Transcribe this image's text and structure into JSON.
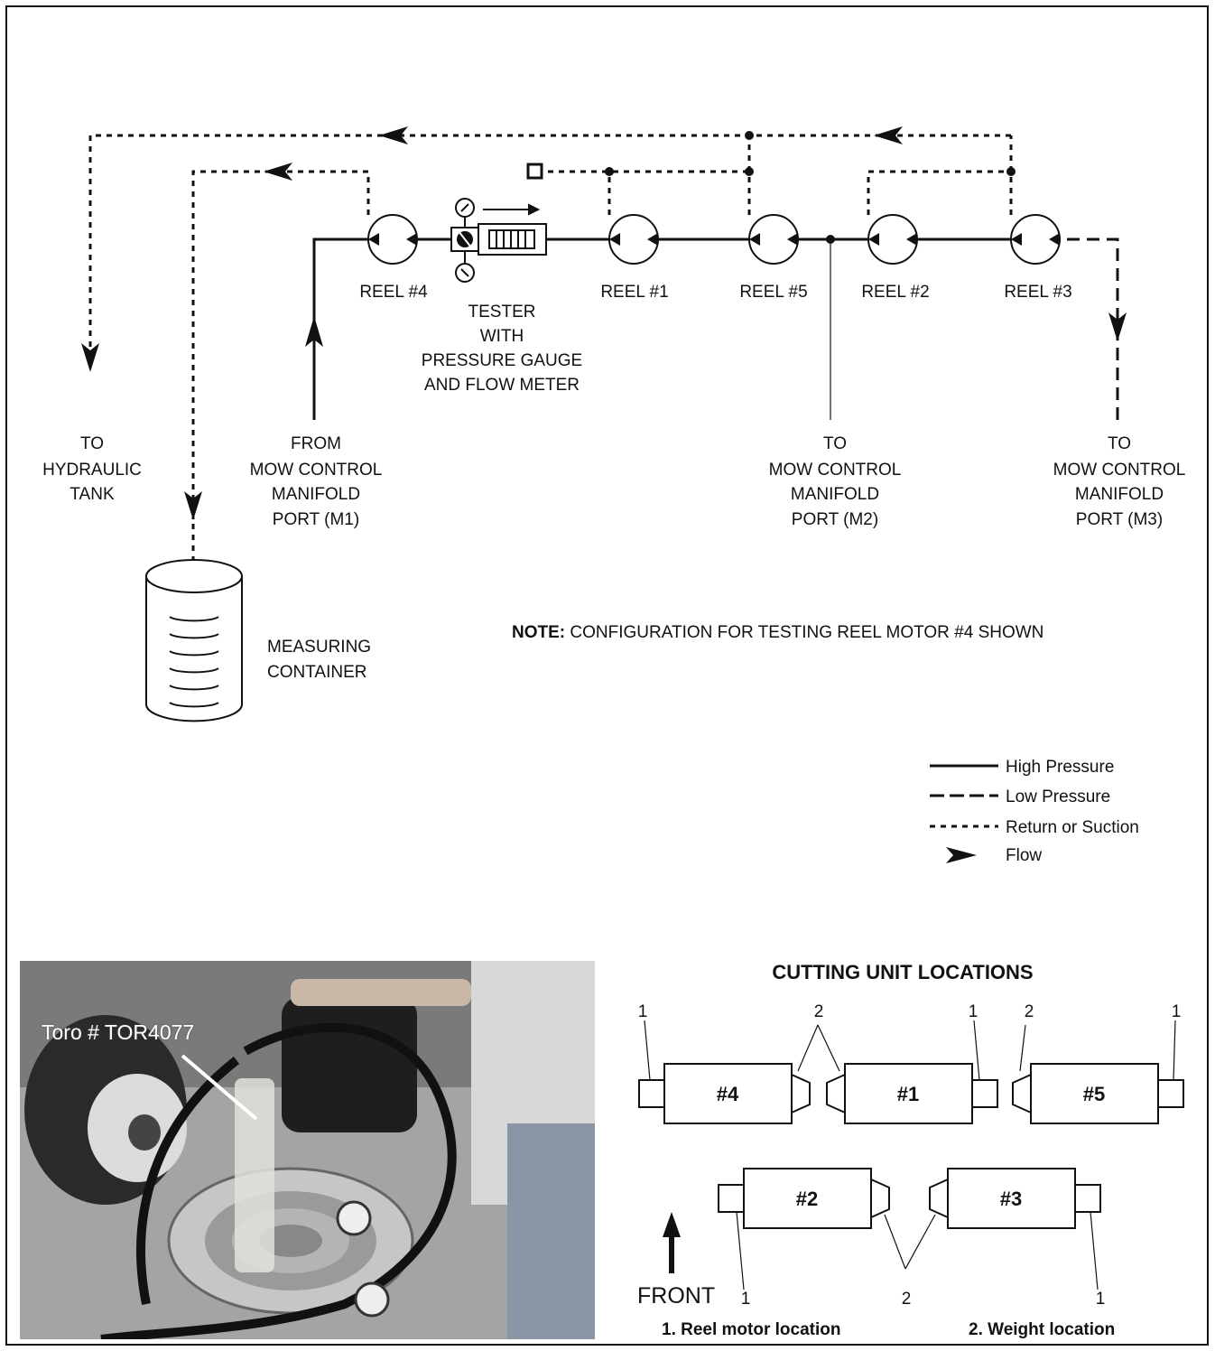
{
  "schematic": {
    "reels": [
      {
        "id": "reel-4",
        "label": "REEL #4"
      },
      {
        "id": "reel-1",
        "label": "REEL #1"
      },
      {
        "id": "reel-5",
        "label": "REEL #5"
      },
      {
        "id": "reel-2",
        "label": "REEL #2"
      },
      {
        "id": "reel-3",
        "label": "REEL #3"
      }
    ],
    "tester_label": [
      "TESTER",
      "WITH",
      "PRESSURE GAUGE",
      "AND FLOW METER"
    ],
    "to_tank_label": [
      "TO",
      "HYDRAULIC",
      "TANK"
    ],
    "from_m1_label": [
      "FROM",
      "MOW CONTROL",
      "MANIFOLD",
      "PORT (M1)"
    ],
    "to_m2_label": [
      "TO",
      "MOW CONTROL",
      "MANIFOLD",
      "PORT (M2)"
    ],
    "to_m3_label": [
      "TO",
      "MOW CONTROL",
      "MANIFOLD",
      "PORT (M3)"
    ],
    "container_label": [
      "MEASURING",
      "CONTAINER"
    ],
    "note_bold": "NOTE:",
    "note_text": " CONFIGURATION FOR TESTING REEL MOTOR #4 SHOWN"
  },
  "legend": {
    "high": "High  Pressure",
    "low": "Low  Pressure",
    "return": "Return  or Suction",
    "flow": "Flow"
  },
  "photo": {
    "caption": "Toro # TOR4077"
  },
  "cutting_units": {
    "title": "CUTTING UNIT LOCATIONS",
    "top_row": [
      "#4",
      "#1",
      "#5"
    ],
    "bottom_row": [
      "#2",
      "#3"
    ],
    "callout_1": "1",
    "callout_2": "2",
    "front_label": "FRONT",
    "legend_1": "1.   Reel motor location",
    "legend_2": "2.   Weight location"
  }
}
